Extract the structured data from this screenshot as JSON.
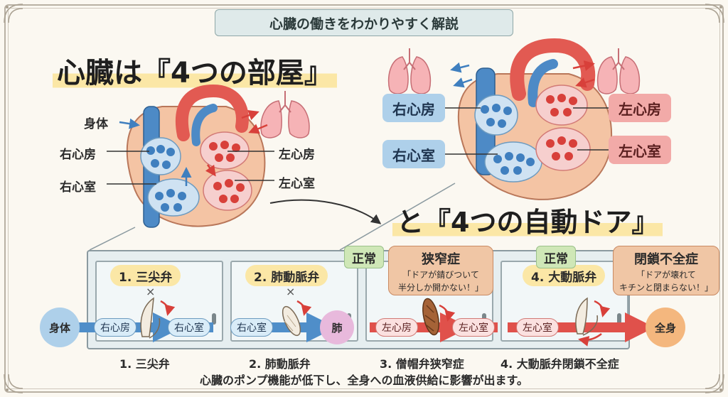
{
  "header": {
    "title": "心臓の働きをわかりやすく解説"
  },
  "headline_rooms": "心臓は『4つの部屋』",
  "headline_doors": "と『4つの自動ドア』",
  "left_diagram": {
    "body": "身体",
    "right_atrium": "右心房",
    "right_ventricle": "右心室",
    "left_atrium": "左心房",
    "left_ventricle": "左心室"
  },
  "right_diagram": {
    "right_atrium": "右心房",
    "right_ventricle": "右心室",
    "left_atrium": "左心房",
    "left_ventricle": "左心室"
  },
  "valves": {
    "body": "身体",
    "systemic": "全身",
    "v1": {
      "tag": "1. 三尖弁",
      "from": "右心房",
      "to": "右心室"
    },
    "v2": {
      "tag": "2. 肺動脈弁",
      "from": "右心室",
      "to": "肺"
    },
    "v3": {
      "status": "正常",
      "problem": "狭窄症",
      "note_line1": "「ドアが錆びついて",
      "note_line2": "半分しか開かない！」",
      "from": "左心房",
      "to": "左心室"
    },
    "v4": {
      "status": "正常",
      "tag": "4. 大動脈弁",
      "problem": "閉鎖不全症",
      "note_line1": "「ドアが壊れて",
      "note_line2": "キチンと閉まらない！」",
      "from": "左心室"
    }
  },
  "captions": [
    "1. 三尖弁",
    "2. 肺動脈弁",
    "3. 僧帽弁狭窄症",
    "4. 大動脈弁閉鎖不全症"
  ],
  "footer": "心臓のポンプ機能が低下し、全身への血液供給に影響が出ます。",
  "colors": {
    "blue_blood": "#4f8ec9",
    "red_blood": "#e0514b",
    "highlight": "#fbe7a6",
    "normal_green": "#cfe7b7",
    "problem_orange": "#f0c6a5"
  }
}
